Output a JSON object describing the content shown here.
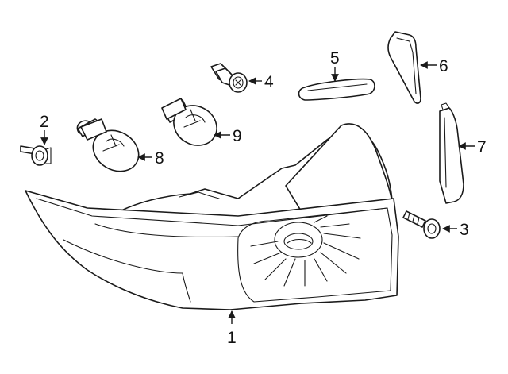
{
  "diagram": {
    "background": "#ffffff",
    "line_color": "#1a1a1a",
    "callouts": [
      {
        "id": "lamp-assembly",
        "label": "1"
      },
      {
        "id": "push-pin",
        "label": "2"
      },
      {
        "id": "screw",
        "label": "3"
      },
      {
        "id": "bulb-socket",
        "label": "4"
      },
      {
        "id": "side-marker",
        "label": "5"
      },
      {
        "id": "reflector-upper",
        "label": "6"
      },
      {
        "id": "reflector-lower",
        "label": "7"
      },
      {
        "id": "bulb-left",
        "label": "8"
      },
      {
        "id": "bulb-right",
        "label": "9"
      }
    ]
  }
}
